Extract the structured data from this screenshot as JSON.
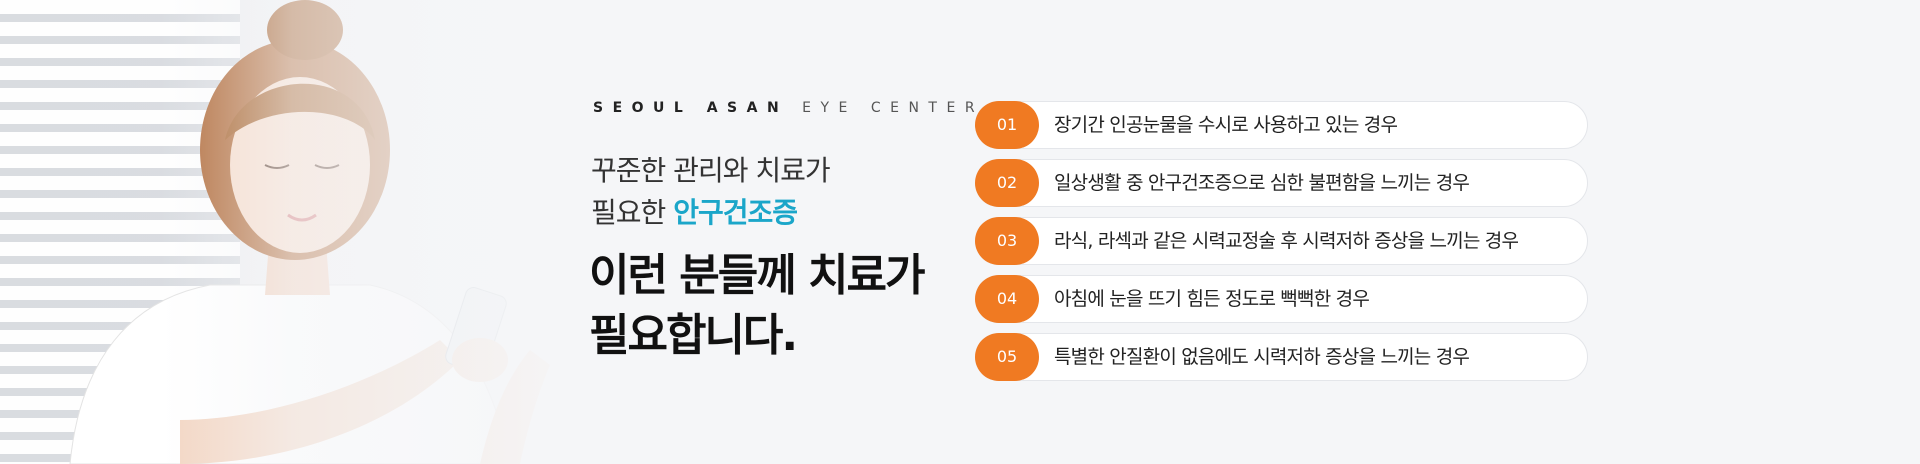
{
  "brand": {
    "primary": "SEOUL ASAN",
    "secondary": "EYE CENTER"
  },
  "subtitle": {
    "line1": "꾸준한 관리와 치료가",
    "line2_prefix": "필요한",
    "line2_accent": "안구건조증"
  },
  "headline": {
    "line1": "이런 분들께 치료가",
    "line2": "필요합니다."
  },
  "list": [
    {
      "number": "01",
      "text": "장기간 인공눈물을 수시로 사용하고 있는 경우"
    },
    {
      "number": "02",
      "text": "일상생활 중 안구건조증으로 심한 불편함을 느끼는 경우"
    },
    {
      "number": "03",
      "text": "라식, 라섹과 같은 시력교정술 후 시력저하 증상을 느끼는 경우"
    },
    {
      "number": "04",
      "text": "아침에 눈을 뜨기 힘든 정도로 뻑뻑한 경우"
    },
    {
      "number": "05",
      "text": "특별한 안질환이 없음에도 시력저하 증상을 느끼는 경우"
    }
  ],
  "colors": {
    "accent_orange": "#f07a22",
    "accent_blue": "#1ba6c9",
    "background": "#f5f6f8"
  },
  "icons": {
    "hero": "woman-with-phone-image"
  }
}
